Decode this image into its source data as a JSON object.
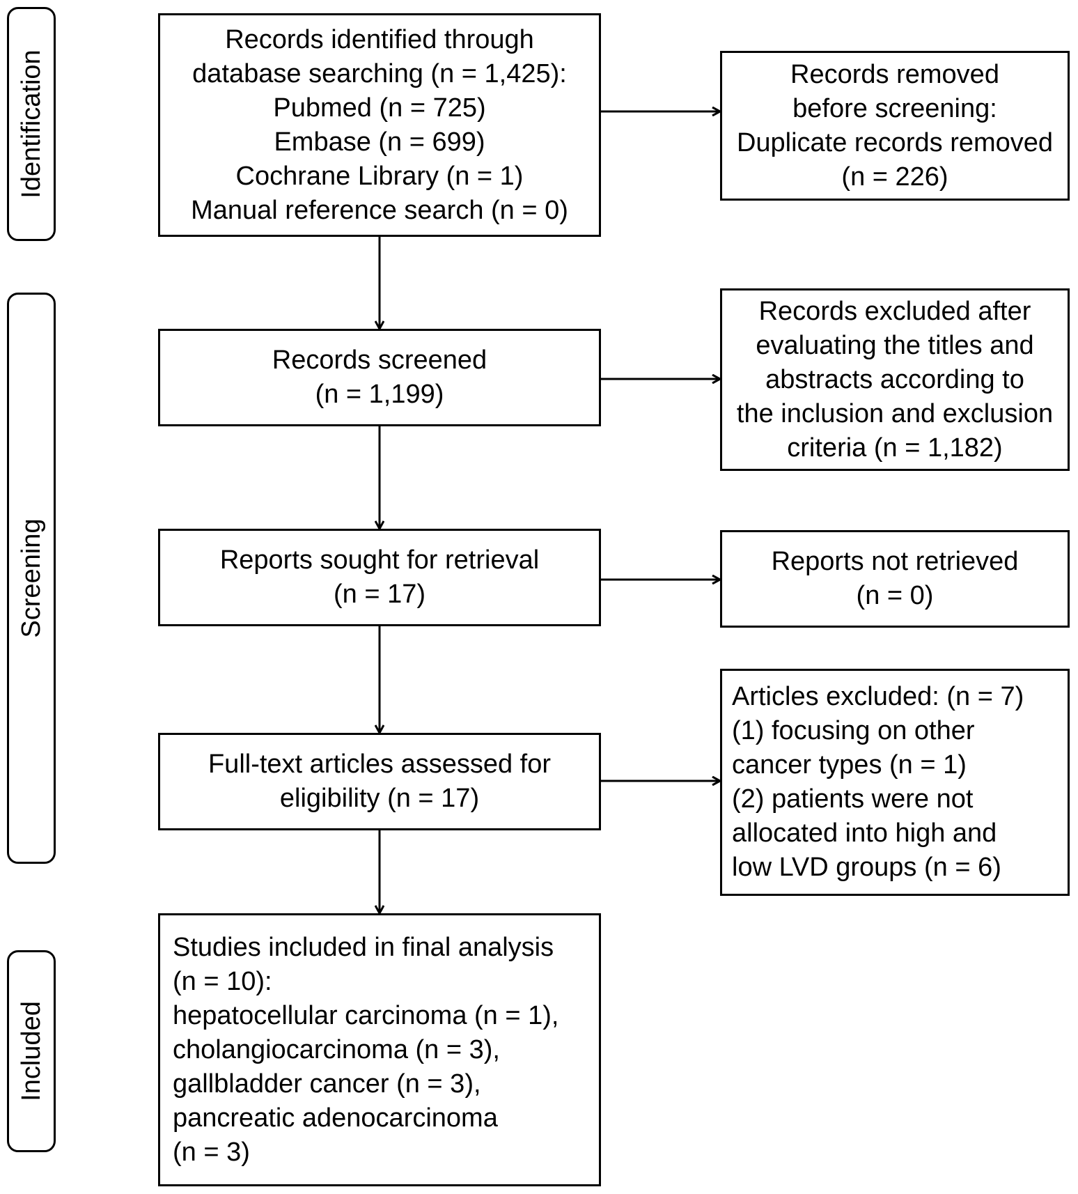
{
  "phases": [
    {
      "id": "identification",
      "label": "Identification"
    },
    {
      "id": "screening",
      "label": "Screening"
    },
    {
      "id": "included",
      "label": "Included"
    }
  ],
  "main_boxes": {
    "identified": [
      "Records identified through",
      "database searching (n = 1,425):",
      "Pubmed (n = 725)",
      "Embase (n = 699)",
      "Cochrane Library (n = 1)",
      "Manual reference search (n = 0)"
    ],
    "screened": [
      "Records screened",
      "(n = 1,199)"
    ],
    "sought": [
      "Reports sought for retrieval",
      "(n = 17)"
    ],
    "assessed": [
      "Full-text articles assessed for",
      "eligibility (n = 17)"
    ],
    "included": [
      "Studies included in final analysis",
      "(n = 10):",
      "hepatocellular carcinoma (n = 1),",
      "cholangiocarcinoma (n = 3),",
      "gallbladder cancer (n = 3),",
      "pancreatic adenocarcinoma",
      "(n = 3)"
    ]
  },
  "side_boxes": {
    "removed": [
      "Records removed",
      "before screening:",
      "Duplicate records removed",
      "(n = 226)"
    ],
    "excluded_titles": [
      "Records excluded after",
      "evaluating the titles and",
      "abstracts according to",
      "the inclusion and exclusion",
      "criteria (n = 1,182)"
    ],
    "not_retrieved": [
      "Reports not retrieved",
      "(n = 0)"
    ],
    "articles_excluded": [
      "Articles excluded: (n = 7)",
      "(1) focusing on other",
      "cancer types (n = 1)",
      "(2) patients were not",
      "allocated into high and",
      "low LVD groups (n = 6)"
    ]
  }
}
